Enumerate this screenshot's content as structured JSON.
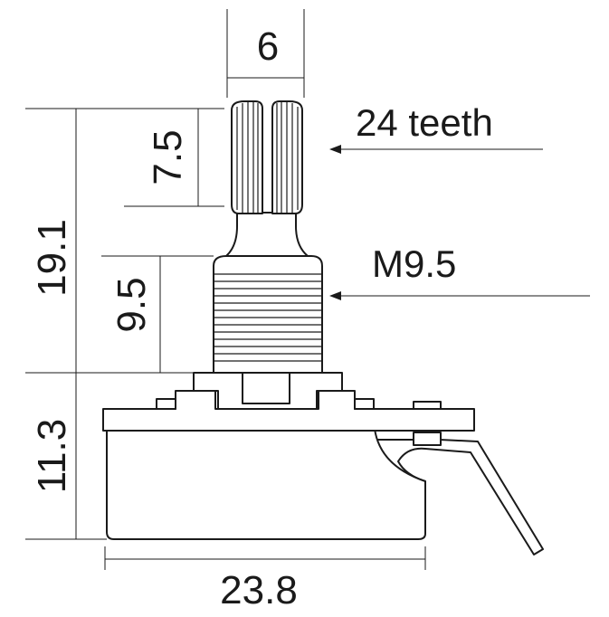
{
  "diagram": {
    "dimensions": {
      "shaft_width": "6",
      "knurl_height": "7.5",
      "total_height": "19.1",
      "bushing_height": "9.5",
      "body_height": "11.3",
      "body_width": "23.8"
    },
    "callouts": {
      "teeth": "24 teeth",
      "thread": "M9.5"
    }
  }
}
